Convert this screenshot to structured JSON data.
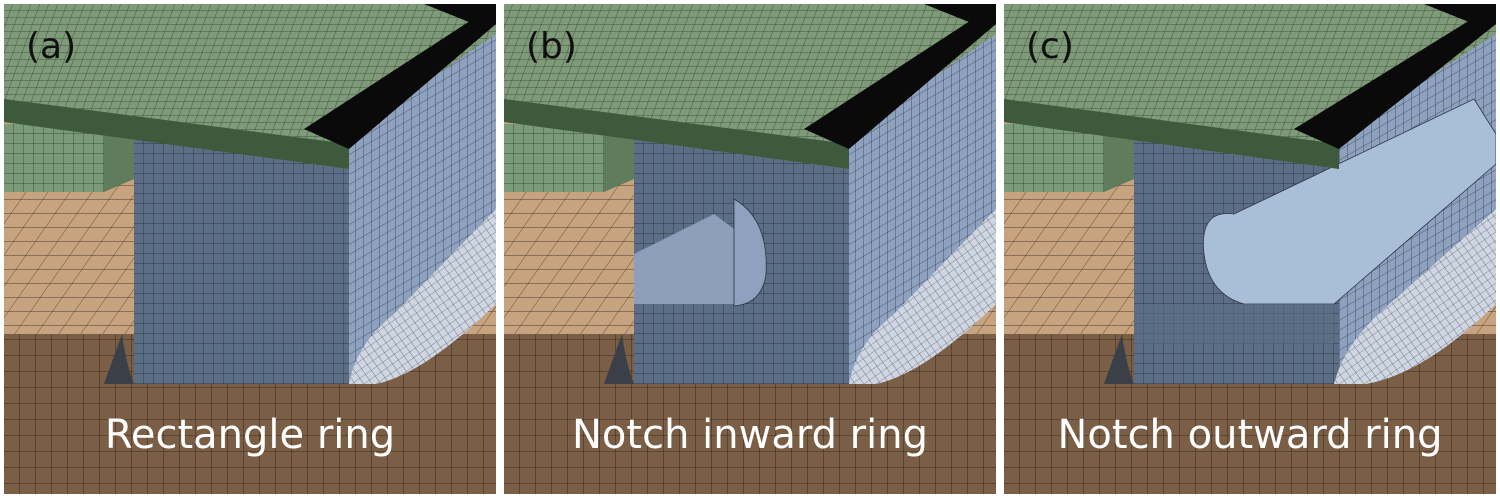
{
  "panels": [
    {
      "letter": "(a)",
      "caption": "Rectangle ring",
      "variant": "rectangle"
    },
    {
      "letter": "(b)",
      "caption": "Notch inward ring",
      "variant": "inward"
    },
    {
      "letter": "(c)",
      "caption": "Notch outward ring",
      "variant": "outward"
    }
  ],
  "colors": {
    "plate_top": "#7e9a78",
    "plate_dark": "#0a0a0a",
    "ring_front": "#5c6e86",
    "ring_side": "#8ea2bf",
    "ring_fillet": "#cfd6e2",
    "floor": "#c8a37f",
    "block": "#7a9a78",
    "base_front": "#7a5e45",
    "mesh_line": "#222222"
  }
}
